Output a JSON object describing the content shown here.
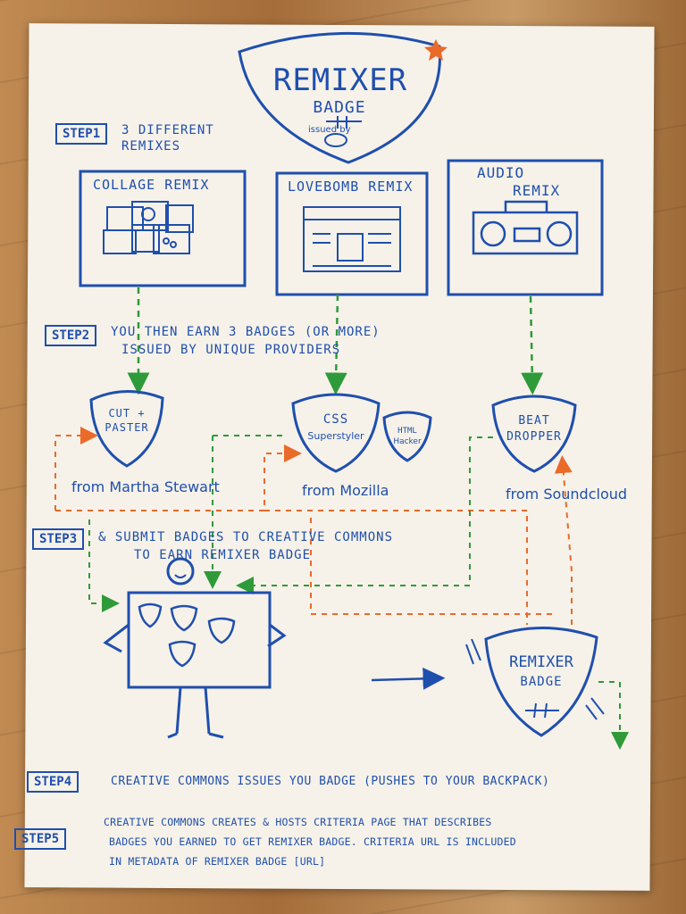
{
  "header": {
    "title": "REMIXER",
    "subtitle": "BADGE",
    "issued_by": "issued by"
  },
  "steps": {
    "step1": {
      "label": "STEP1",
      "text_line1": "3 DIFFERENT",
      "text_line2": "REMIXES"
    },
    "step2": {
      "label": "STEP2",
      "text_line1": "YOU THEN EARN 3 BADGES (OR MORE)",
      "text_line2": "ISSUED BY UNIQUE PROVIDERS"
    },
    "step3": {
      "label": "STEP3",
      "text_line1": "& SUBMIT BADGES TO CREATIVE COMMONS",
      "text_line2": "TO EARN REMIXER BADGE"
    },
    "step4": {
      "label": "STEP4",
      "text": "CREATIVE COMMONS ISSUES YOU BADGE (PUSHES TO YOUR BACKPACK)"
    },
    "step5": {
      "label": "STEP5",
      "text_line1": "CREATIVE COMMONS CREATES & HOSTS CRITERIA PAGE THAT DESCRIBES",
      "text_line2": "BADGES YOU EARNED TO GET REMIXER BADGE. CRITERIA URL IS INCLUDED",
      "text_line3": "IN METADATA OF REMIXER BADGE [URL]"
    }
  },
  "remixes": [
    {
      "title": "COLLAGE REMIX"
    },
    {
      "title": "LOVEBOMB REMIX"
    },
    {
      "title_line1": "AUDIO",
      "title_line2": "REMIX"
    }
  ],
  "badges": [
    {
      "line1": "CUT +",
      "line2": "PASTER",
      "provider": "from Martha Stewart"
    },
    {
      "line1": "CSS",
      "line2": "Superstyler",
      "provider": "from Mozilla"
    },
    {
      "line1": "HTML",
      "line2": "Hacker"
    },
    {
      "line1": "BEAT",
      "line2": "DROPPER",
      "provider": "from Soundcloud"
    }
  ],
  "final_badge": {
    "line1": "REMIXER",
    "line2": "BADGE"
  },
  "colors": {
    "ink": "#1f4fae",
    "green": "#2f9a3a",
    "orange": "#ea6a2a",
    "paper": "#f6f2e9"
  }
}
